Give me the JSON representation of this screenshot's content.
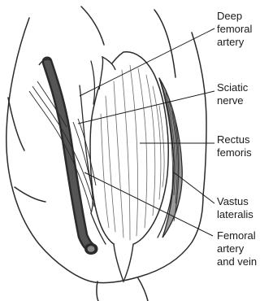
{
  "colors": {
    "outline": "#2a2a2a",
    "vessel": "#555555",
    "vessel_dark": "#2b2b2b",
    "background": "#ffffff"
  },
  "labels": {
    "deep_femoral_artery": [
      "Deep",
      "femoral",
      "artery"
    ],
    "sciatic_nerve": [
      "Sciatic",
      "nerve"
    ],
    "rectus_femoris": [
      "Rectus",
      "femoris"
    ],
    "vastus_lateralis": [
      "Vastus",
      "lateralis"
    ],
    "femoral_artery_and_vein": [
      "Femoral",
      "artery",
      "and vein"
    ]
  }
}
